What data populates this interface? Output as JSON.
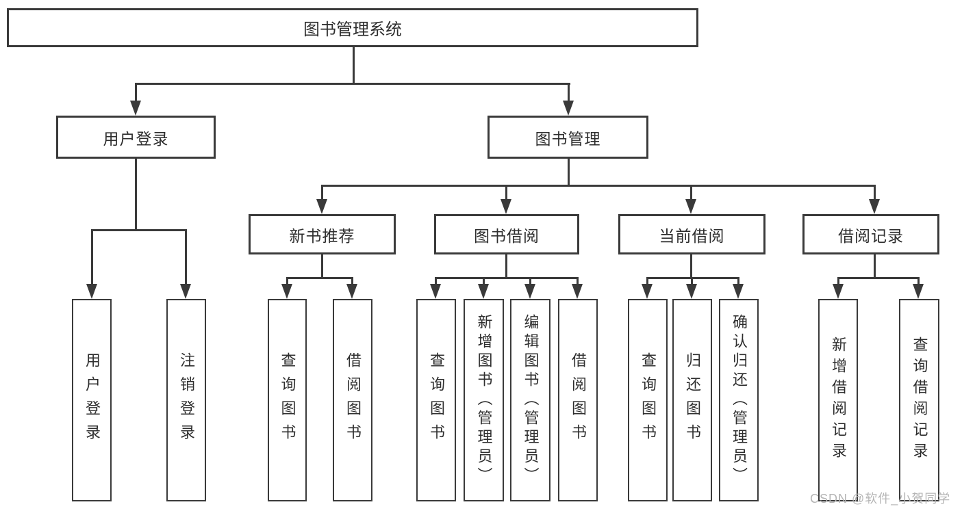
{
  "diagram_type": "hierarchy-tree",
  "colors": {
    "line": "#3a3a3a",
    "box_border": "#3a3a3a",
    "box_fill": "#ffffff",
    "text": "#2e2e2e",
    "watermark": "#b5b5b5",
    "background": "#ffffff"
  },
  "tree": {
    "root": {
      "label": "图书管理系统",
      "children": [
        {
          "label": "用户登录",
          "children": [
            {
              "label": "用户登录"
            },
            {
              "label": "注销登录"
            }
          ]
        },
        {
          "label": "图书管理",
          "children": [
            {
              "label": "新书推荐",
              "children": [
                {
                  "label": "查询图书"
                },
                {
                  "label": "借阅图书"
                }
              ]
            },
            {
              "label": "图书借阅",
              "children": [
                {
                  "label": "查询图书"
                },
                {
                  "label": "新增图书（管理员）"
                },
                {
                  "label": "编辑图书（管理员）"
                },
                {
                  "label": "借阅图书"
                }
              ]
            },
            {
              "label": "当前借阅",
              "children": [
                {
                  "label": "查询图书"
                },
                {
                  "label": "归还图书"
                },
                {
                  "label": "确认归还（管理员）"
                }
              ]
            },
            {
              "label": "借阅记录",
              "children": [
                {
                  "label": "新增借阅记录"
                },
                {
                  "label": "查询借阅记录"
                }
              ]
            }
          ]
        }
      ]
    }
  },
  "watermark": "CSDN @软件_小贺同学"
}
